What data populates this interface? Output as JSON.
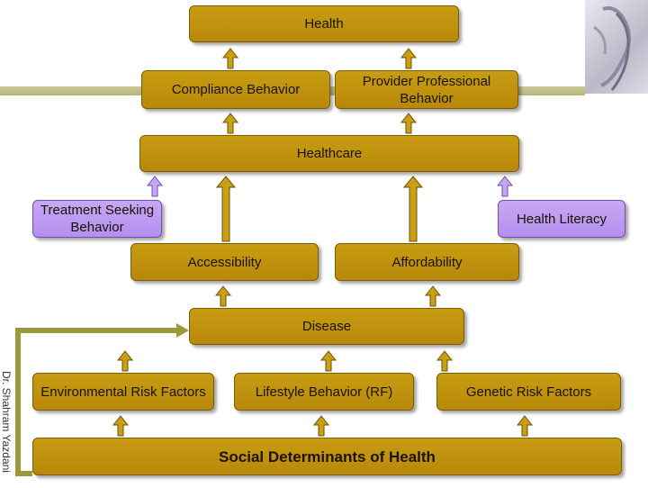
{
  "diagram": {
    "nodes": {
      "health": "Health",
      "compliance": "Compliance Behavior",
      "provider": "Provider Professional Behavior",
      "healthcare": "Healthcare",
      "treatment": "Treatment Seeking Behavior",
      "literacy": "Health Literacy",
      "accessibility": "Accessibility",
      "affordability": "Affordability",
      "disease": "Disease",
      "environmental": "Environmental Risk Factors",
      "lifestyle": "Lifestyle Behavior (RF)",
      "genetic": "Genetic Risk Factors",
      "social": "Social Determinants of Health"
    },
    "author": "Dr. Shahram Yazdani"
  },
  "colors": {
    "box_fill": "#c79d12",
    "box_purple": "#c7a7f5",
    "arrow_olive": "#9a9a3a"
  }
}
